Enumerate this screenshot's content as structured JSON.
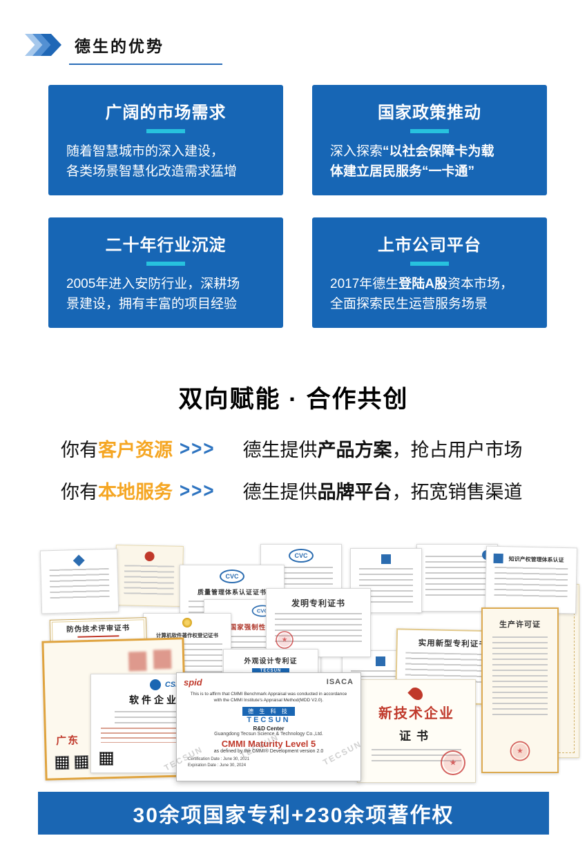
{
  "colors": {
    "primary_blue": "#1a66b3",
    "cyan_accent": "#27c2de",
    "orange_highlight": "#f5a623",
    "arrow_blue": "#2e74c0"
  },
  "header": {
    "title": "德生的优势"
  },
  "cards": [
    {
      "title": "广阔的市场需求",
      "lines": [
        [
          "随着智慧城市的深入建设，"
        ],
        [
          "各类场景智慧化改造需求猛增"
        ]
      ]
    },
    {
      "title": "国家政策推动",
      "lines": [
        [
          "深入探索",
          "“以社会保障卡为载"
        ],
        [
          "体建立居民服务“一卡通”"
        ]
      ]
    },
    {
      "title": "二十年行业沉淀",
      "lines": [
        [
          "2005年进入安防行业，深耕场"
        ],
        [
          "景建设，拥有丰富的项目经验"
        ]
      ]
    },
    {
      "title": "上市公司平台",
      "lines": [
        [
          "2017年德生",
          "登陆A股",
          "资本市场，"
        ],
        [
          "全面探索民生运营服务场景"
        ]
      ]
    }
  ],
  "section": {
    "title": "双向赋能 · 合作共创",
    "rows": [
      {
        "prefix": "你有",
        "highlight": "客户资源",
        "arrows": ">>>",
        "lead": "德生提供",
        "bold": "产品方案",
        "rest": "，抢占用户市场"
      },
      {
        "prefix": "你有",
        "highlight": "本地服务",
        "arrows": ">>>",
        "lead": "德生提供",
        "bold": "品牌平台",
        "rest": "，拓宽销售渠道"
      }
    ]
  },
  "certificates": {
    "anti_counterfeit": "防伪技术评审证书",
    "software_copyright": "计算机软件著作权登记证书",
    "quality": "质量管理体系认证证书",
    "ccc": "中国国家强制性产品认证证书",
    "invention": "发明专利证书",
    "design": "外观设计专利证",
    "utility": "实用新型专利证书",
    "ip_management": "知识产权管理体系认证",
    "production_license": "生产许可证",
    "software_enterprise": "软件企业证书",
    "guangdong_label": "广东",
    "hightech_title": "新技术企业",
    "hightech_sub": "证书",
    "cvc_logo": "CVC",
    "csia_logo": "CSIA",
    "tecsun_logo": "TECSUN",
    "watermark": "TECSUN",
    "cmmi": {
      "spid": "spid",
      "isaca": "ISACA",
      "body": "This is to affirm that CMMI Benchmark Appraisal was conducted in accordance with the CMMI Institute's Appraisal Method(MDD V2.0).",
      "logo_cn": "德 生 科 技",
      "logo_en": "TECSUN",
      "rd_center": "R&D Center",
      "company": "Guangdong Tecsun Science & Technology Co.,Ltd.",
      "level": "CMMI Maturity Level 5",
      "sub": "as defined by the CMMI® Development version 2.0",
      "cert_date": "Certification Date : June 30, 2021",
      "exp_date": "Expiration Date : June 30, 2024"
    }
  },
  "banner": {
    "text": "30余项国家专利+230余项著作权"
  }
}
